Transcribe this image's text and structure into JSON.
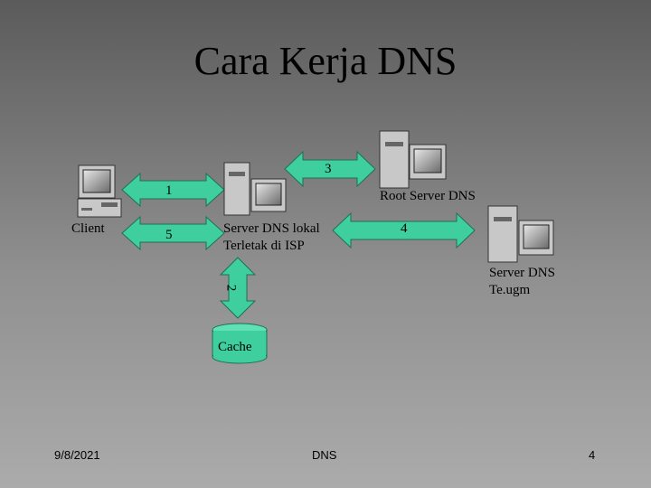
{
  "slide": {
    "title": "Cara Kerja DNS",
    "footer_date": "9/8/2021",
    "footer_center": "DNS",
    "footer_page": "4"
  },
  "nodes": {
    "client": "Client",
    "local_dns_line1": "Server DNS lokal",
    "local_dns_line2": "Terletak di ISP",
    "root_dns": "Root Server DNS",
    "te_dns_line1": "Server DNS",
    "te_dns_line2": "Te.ugm",
    "cache": "Cache"
  },
  "arrows": {
    "step1": "1",
    "step2": "2",
    "step3": "3",
    "step4": "4",
    "step5": "5"
  },
  "colors": {
    "arrow_fill": "#3fcf9f",
    "cache_fill": "#3fcf9f",
    "computer_body": "#c8c8c8"
  }
}
